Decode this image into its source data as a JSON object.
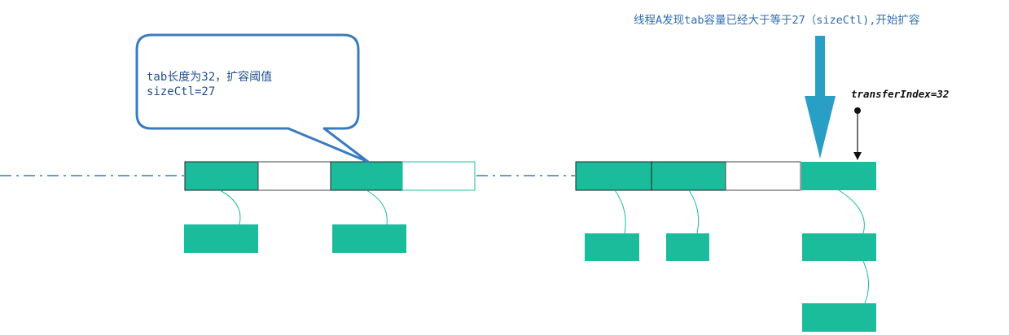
{
  "callout": {
    "line1": "tab长度为32，扩容阈值",
    "line2": "sizeCtl=27"
  },
  "top_note": "线程A发现tab容量已经大于等于27（sizeCtl),开始扩容",
  "transfer_index_label": "transferIndex=32",
  "colors": {
    "teal": "#1abc9c",
    "callout_border": "#3a7bbf",
    "arrow_blue": "#2a9fc6",
    "dash_line": "#3a7bbf",
    "text_blue": "#2f6db5"
  }
}
